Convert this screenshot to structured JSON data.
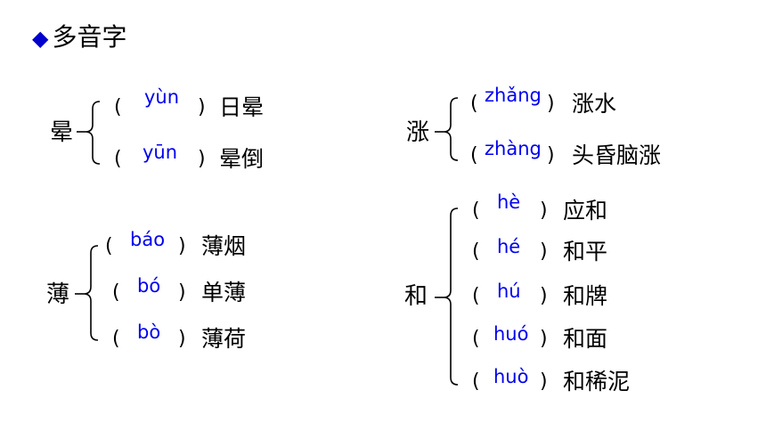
{
  "title": {
    "marker": "◆",
    "text": "多音字"
  },
  "groups": {
    "yun": {
      "char": "晕",
      "items": [
        {
          "pinyin": "yùn",
          "word": "日晕"
        },
        {
          "pinyin": "yūn",
          "word": "晕倒"
        }
      ]
    },
    "bao": {
      "char": "薄",
      "items": [
        {
          "pinyin": "báo",
          "word": "薄烟"
        },
        {
          "pinyin": "bó",
          "word": "单薄"
        },
        {
          "pinyin": "bò",
          "word": "薄荷"
        }
      ]
    },
    "zhang": {
      "char": "涨",
      "items": [
        {
          "pinyin": "zhǎng",
          "word": "涨水"
        },
        {
          "pinyin": "zhàng",
          "word": "头昏脑涨"
        }
      ]
    },
    "he": {
      "char": "和",
      "items": [
        {
          "pinyin": "hè",
          "word": "应和"
        },
        {
          "pinyin": "hé",
          "word": "和平"
        },
        {
          "pinyin": "hú",
          "word": "和牌"
        },
        {
          "pinyin": "huó",
          "word": "和面"
        },
        {
          "pinyin": "huò",
          "word": "和稀泥"
        }
      ]
    }
  },
  "colors": {
    "pinyin": "#0000ee",
    "marker": "#0000cc",
    "text": "#000000"
  }
}
